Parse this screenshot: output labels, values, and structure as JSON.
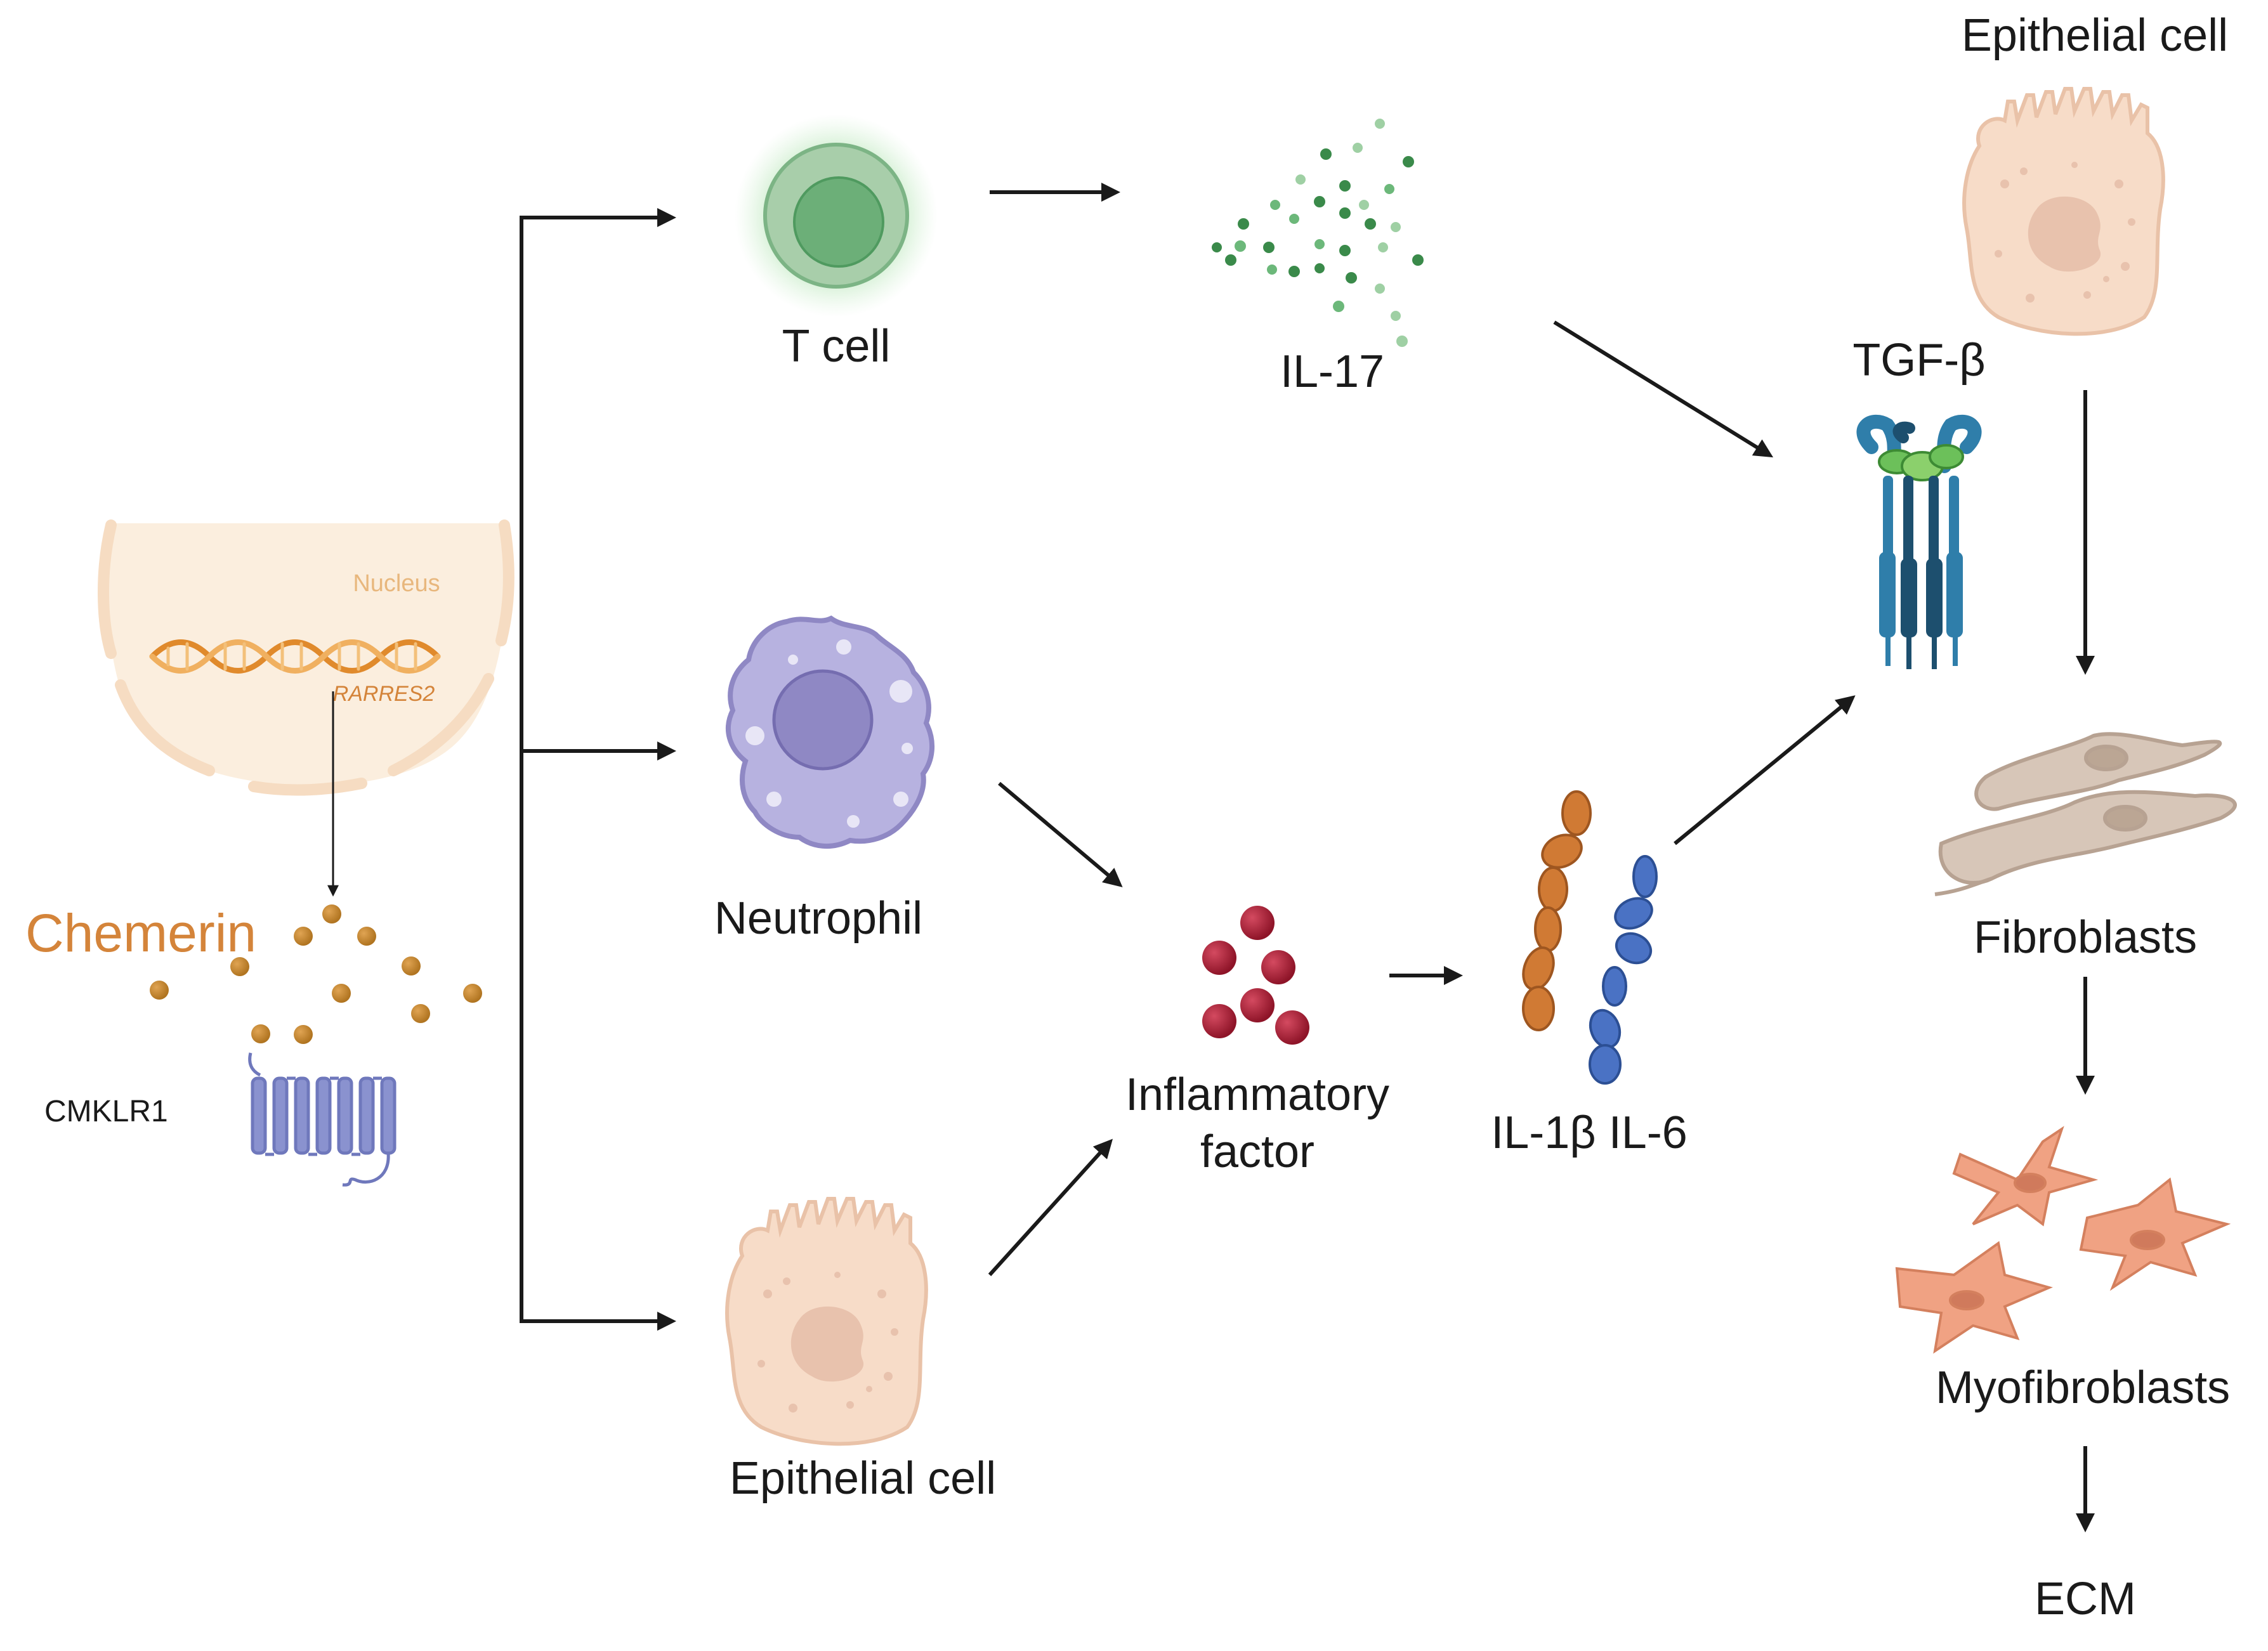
{
  "labels": {
    "nucleus": "Nucleus",
    "gene": "RARRES2",
    "chemerin": "Chemerin",
    "receptor": "CMKLR1",
    "t_cell": "T cell",
    "neutrophil": "Neutrophil",
    "epithelial_left": "Epithelial cell",
    "il17": "IL-17",
    "inflammatory_line1": "Inflammatory",
    "inflammatory_line2": "factor",
    "il1b_il6": "IL-1β IL-6",
    "tgfb": "TGF-β",
    "epithelial_right": "Epithelial cell",
    "fibroblasts": "Fibroblasts",
    "myofibroblasts": "Myofibroblasts",
    "ecm": "ECM"
  },
  "colors": {
    "arrow": "#1a1a1a",
    "chemerin_text": "#d4843a",
    "chemerin_ball": "#c8892d",
    "nucleus_fill": "#fbeede",
    "nucleus_ring": "#f6dcc2",
    "dna_orange": "#e08a2c",
    "t_cell_outer": "#a8ceaa",
    "t_cell_inner": "#6caf78",
    "neutrophil_fill": "#b7b2e0",
    "neutrophil_nucleus": "#8f88c4",
    "epithelial_fill": "#f7dcc8",
    "epithelial_nucleus": "#e8c2ad",
    "il17_dot": "#3a8a4a",
    "inflammatory_ball": "#b0223c",
    "il1b_color": "#d07a34",
    "il6_color": "#4a72c4",
    "tgfb_green": "#6cc05a",
    "tgfb_receptor": "#2f7eaa",
    "fibroblast_fill": "#d7c6b8",
    "myofibroblast_fill": "#f0a283",
    "receptor_purple": "#8088c8"
  },
  "icons": [
    "nucleus-icon",
    "dna-icon",
    "chemerin-ball-icon",
    "cmklr1-receptor-icon",
    "t-cell-icon",
    "neutrophil-icon",
    "epithelial-cell-icon",
    "il17-dots-icon",
    "inflammatory-factor-icon",
    "il1b-il6-icon",
    "tgf-beta-receptor-icon",
    "fibroblast-icon",
    "myofibroblast-icon"
  ]
}
